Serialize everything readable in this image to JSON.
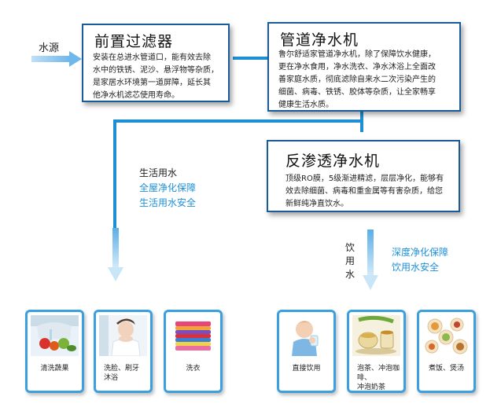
{
  "source_label": "水源",
  "prefilter": {
    "title": "前置过滤器",
    "lines": [
      "安装在总进水管道口，能有效去除",
      "水中的铁锈、泥沙、悬浮物等杂质，",
      "是家居水环境第一道屏障，延长其",
      "他净水机滤芯使用寿命。"
    ]
  },
  "pipeline_purifier": {
    "title": "管道净水机",
    "lines": [
      "鲁尔舒适家管道净水机，除了保障饮水健康，",
      "更在净水食用，净水洗衣、净水沐浴上全面改",
      "善家庭水质，彻底滤除自来水二次污染产生的",
      "细菌、病毒、铁锈、胶体等杂质，让全家畅享",
      "健康生活水质。"
    ]
  },
  "ro_purifier": {
    "title": "反渗透净水机",
    "lines": [
      "顶级RO膜，5级渐进精滤，层层净化，能够有",
      "效去除细菌、病毒和重金属等有害杂质，给您",
      "新鲜纯净直饮水。"
    ]
  },
  "domestic_water": {
    "label": "生活用水",
    "slogan1": "全屋净化保障",
    "slogan2": "生活用水安全"
  },
  "drinking_water": {
    "label_chars": [
      "饮",
      "用",
      "水"
    ],
    "slogan1": "深度净化保障",
    "slogan2": "饮用水安全"
  },
  "domestic_uses": [
    {
      "lines": [
        "清洗蔬果"
      ]
    },
    {
      "lines": [
        "洗脸、刷牙",
        "沐浴"
      ]
    },
    {
      "lines": [
        "洗衣"
      ]
    }
  ],
  "drinking_uses": [
    {
      "lines": [
        "直接饮用"
      ]
    },
    {
      "lines": [
        "泡茶、冲泡咖啡、",
        "冲泡奶茶"
      ]
    },
    {
      "lines": [
        "煮饭、煲汤"
      ]
    }
  ],
  "colors": {
    "pipe": "#1e8fd6",
    "box_border": "#1a5c9a",
    "slogan": "#1e8fd6"
  }
}
